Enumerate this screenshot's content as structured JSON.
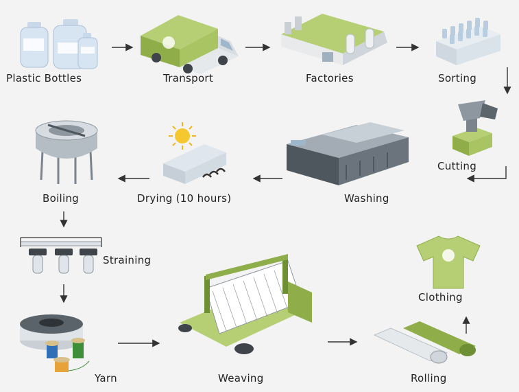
{
  "steps": {
    "plastic_bottles": "Plastic Bottles",
    "transport": "Transport",
    "factories": "Factories",
    "sorting": "Sorting",
    "cutting": "Cutting",
    "washing": "Washing",
    "drying": "Drying (10 hours)",
    "boiling": "Boiling",
    "straining": "Straining",
    "yarn": "Yarn",
    "weaving": "Weaving",
    "rolling": "Rolling",
    "clothing": "Clothing"
  },
  "colors": {
    "accent_green": "#a9c463",
    "dark_green": "#6f8f34",
    "steel": "#9aa4ad",
    "dark_steel": "#4e565e",
    "background": "#f3f3f3"
  }
}
